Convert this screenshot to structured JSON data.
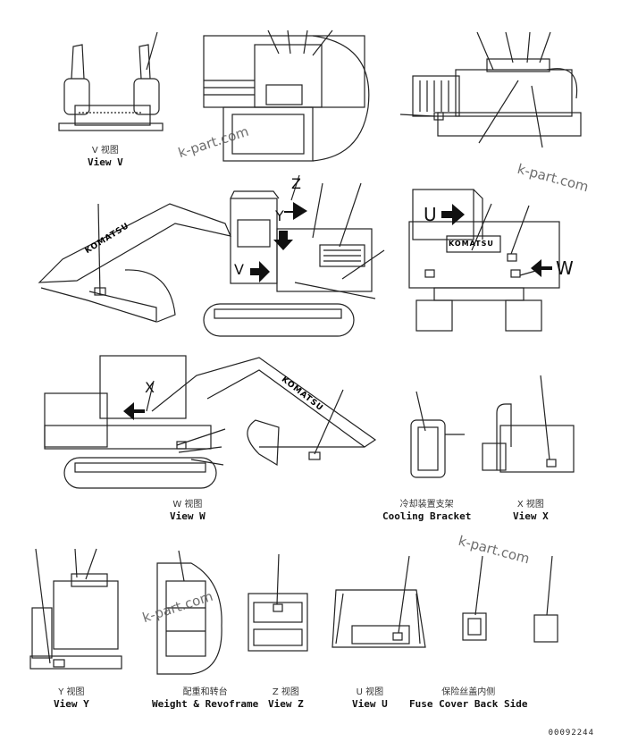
{
  "watermark": "k-part.com",
  "views": {
    "view_v": {
      "cn": "V 视图",
      "en": "View V"
    },
    "view_w": {
      "cn": "W 视图",
      "en": "View W"
    },
    "cooling_bracket": {
      "cn": "冷却装置支架",
      "en": "Cooling Bracket"
    },
    "view_x": {
      "cn": "X 视图",
      "en": "View X"
    },
    "view_y": {
      "cn": "Y 视图",
      "en": "View Y"
    },
    "weight_revoframe": {
      "cn": "配重和转台",
      "en": "Weight & Revoframe"
    },
    "view_z": {
      "cn": "Z 视图",
      "en": "View Z"
    },
    "view_u": {
      "cn": "U 视图",
      "en": "View U"
    },
    "fuse_cover": {
      "cn": "保险丝盖内侧",
      "en": "Fuse Cover Back Side"
    }
  },
  "arrow_labels": {
    "z": "Z",
    "y": "Y",
    "v": "V",
    "u": "U",
    "w": "W",
    "x": "X"
  },
  "brand": "KOMATSU",
  "part_number": "00092244"
}
